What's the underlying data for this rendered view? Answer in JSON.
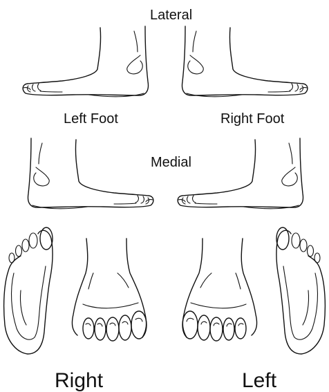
{
  "labels": {
    "lateral": "Lateral",
    "medial": "Medial",
    "left_foot": "Left Foot",
    "right_foot": "Right Foot",
    "right": "Right",
    "left": "Left"
  },
  "colors": {
    "line": "#111111",
    "background": "#ffffff"
  }
}
